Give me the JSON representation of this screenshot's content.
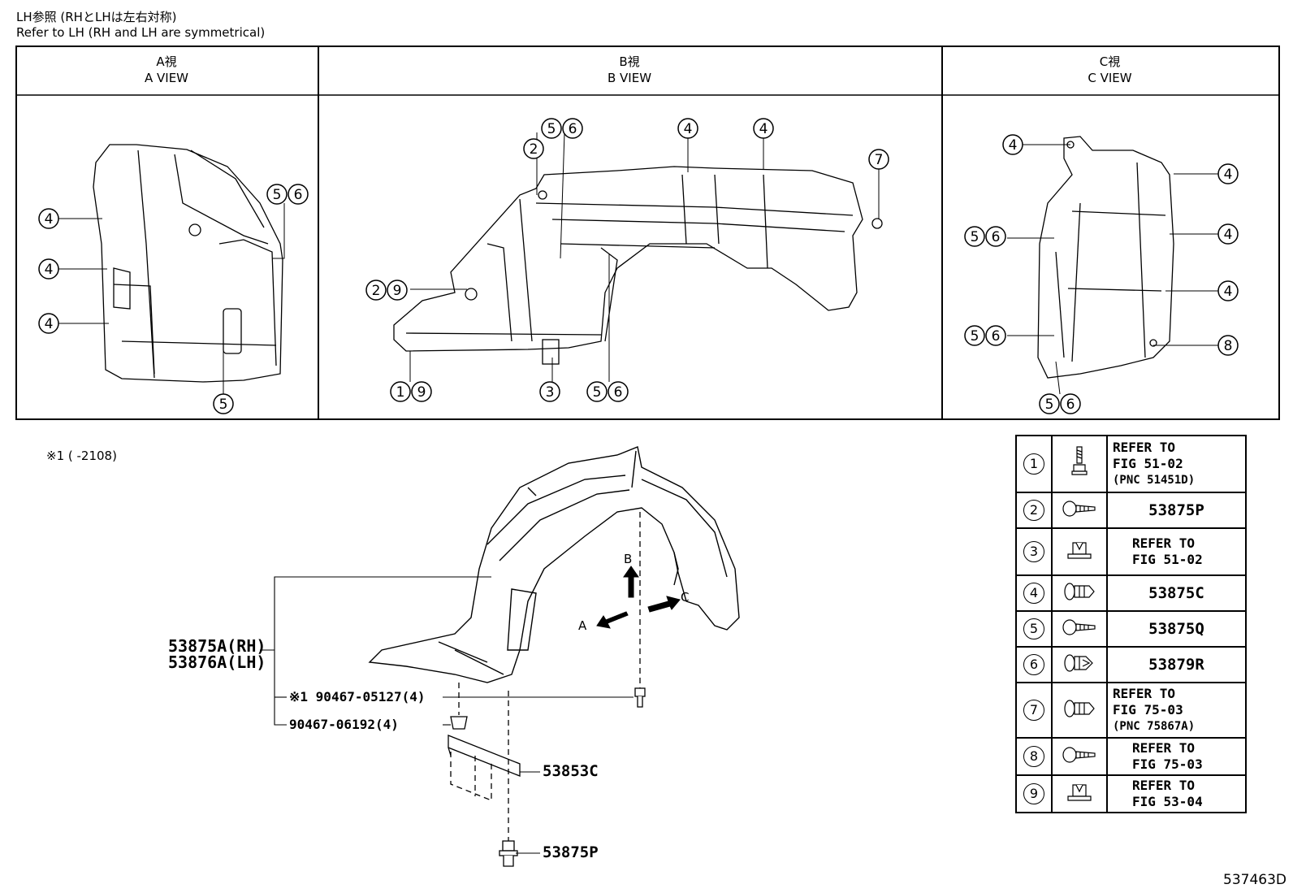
{
  "header": {
    "line1": "LH参照 (RHとLHは左右対称)",
    "line2": "Refer to LH (RH and LH are symmetrical)"
  },
  "views": [
    {
      "jp": "A視",
      "en": "A VIEW"
    },
    {
      "jp": "B視",
      "en": "B VIEW"
    },
    {
      "jp": "C視",
      "en": "C VIEW"
    }
  ],
  "callouts": {
    "a": [
      "4",
      "4",
      "4",
      "5",
      "6",
      "5"
    ],
    "b": [
      "5",
      "6",
      "2",
      "4",
      "4",
      "7",
      "2",
      "9",
      "1",
      "9",
      "3",
      "5",
      "6"
    ],
    "c": [
      "4",
      "4",
      "5",
      "6",
      "4",
      "4",
      "5",
      "6",
      "8",
      "5",
      "6"
    ]
  },
  "note": "※1 (        -2108)",
  "parts": {
    "liner_rh": "53875A(RH)",
    "liner_lh": "53876A(LH)",
    "screw_note": "※1 90467-05127(4)",
    "clip": "90467-06192(4)",
    "seal": "53853C",
    "bolt": "53875P"
  },
  "arrows": {
    "a": "A",
    "b": "B",
    "c": "C"
  },
  "legend": [
    {
      "num": "1",
      "icon": "bolt-icon",
      "lines": [
        "REFER TO",
        "FIG 51-02",
        "(PNC 51451D)"
      ]
    },
    {
      "num": "2",
      "icon": "screw-icon",
      "lines": [
        "53875P"
      ]
    },
    {
      "num": "3",
      "icon": "nut-clip-icon",
      "lines": [
        "REFER TO",
        "FIG 51-02"
      ]
    },
    {
      "num": "4",
      "icon": "push-clip-icon",
      "lines": [
        "53875C"
      ]
    },
    {
      "num": "5",
      "icon": "screw-icon",
      "lines": [
        "53875Q"
      ]
    },
    {
      "num": "6",
      "icon": "push-clip-icon",
      "lines": [
        "53879R"
      ]
    },
    {
      "num": "7",
      "icon": "push-clip-icon",
      "lines": [
        "REFER TO",
        "FIG 75-03",
        "(PNC 75867A)"
      ]
    },
    {
      "num": "8",
      "icon": "screw-icon",
      "lines": [
        "REFER TO",
        "FIG 75-03"
      ]
    },
    {
      "num": "9",
      "icon": "nut-clip-icon",
      "lines": [
        "REFER TO",
        "FIG 53-04"
      ]
    }
  ],
  "figure_id": "537463D"
}
